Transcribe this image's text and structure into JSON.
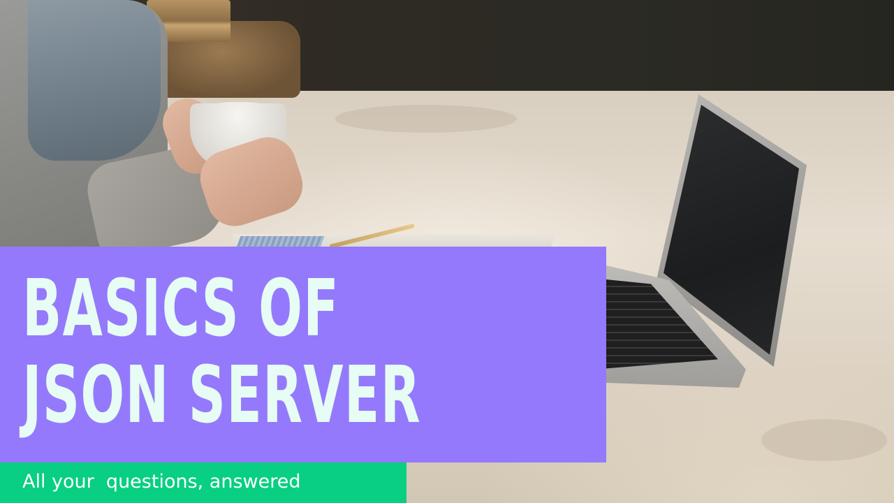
{
  "title": {
    "line1": "BASICS OF",
    "line2": "JSON SERVER"
  },
  "subtitle": "All your  questions, answered",
  "colors": {
    "title_box": "#9479fc",
    "title_text": "#e6fcf4",
    "subtitle_box": "#08cf81",
    "subtitle_text": "#ffffff"
  },
  "background": {
    "description_icon": "photo-person-with-cup-and-laptop"
  }
}
